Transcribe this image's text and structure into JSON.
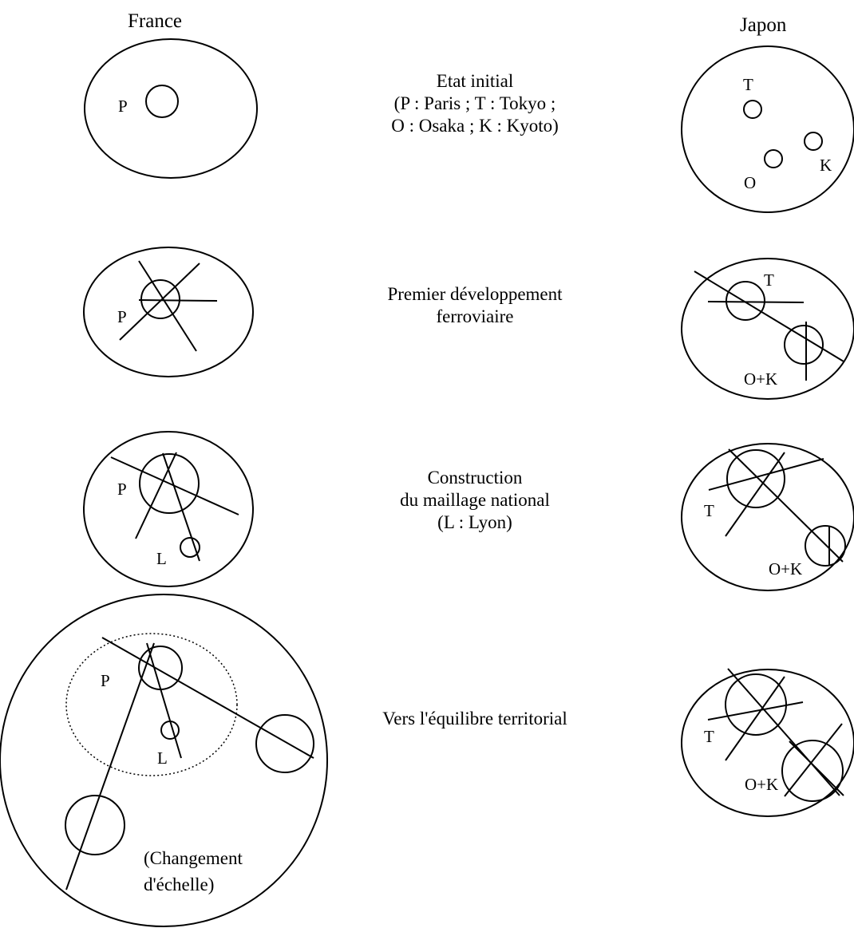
{
  "headers": {
    "france": "France",
    "japon": "Japon"
  },
  "stages": [
    {
      "caption": [
        "Etat initial",
        "(P : Paris ; T : Tokyo ;",
        "O : Osaka ; K : Kyoto)"
      ]
    },
    {
      "caption": [
        "Premier développement",
        "ferroviaire"
      ]
    },
    {
      "caption": [
        "Construction",
        "du maillage national",
        "(L : Lyon)"
      ]
    },
    {
      "caption": [
        "Vers l'équilibre territorial"
      ]
    }
  ],
  "labels": {
    "p": "P",
    "t": "T",
    "o": "O",
    "k": "K",
    "ok": "O+K",
    "l": "L",
    "scale_note_1": "(Changement",
    "scale_note_2": "d'échelle)"
  },
  "colors": {
    "stroke": "#000000",
    "background": "#ffffff"
  }
}
